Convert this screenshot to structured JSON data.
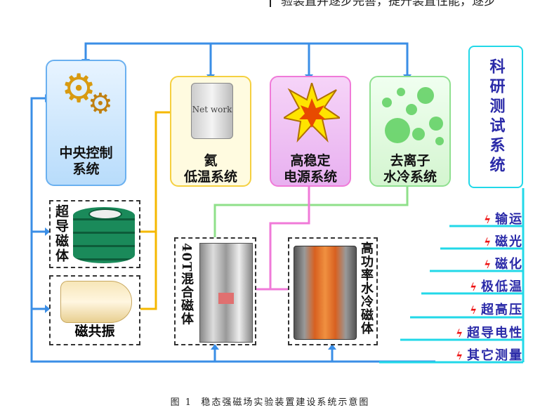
{
  "header_fragment": "验装置并逐步完善，提升装置性能，逐步",
  "nodes": {
    "central": {
      "line1": "中央控制",
      "line2": "系统"
    },
    "helium": {
      "line1": "氦",
      "line2": "低温系统"
    },
    "power": {
      "line1": "高稳定",
      "line2": "电源系统"
    },
    "water": {
      "line1": "去离子",
      "line2": "水冷系统"
    },
    "research": "科研测试系统",
    "sc_magnet": "超导磁体",
    "resonance": "磁共振",
    "hybrid": "40T混合磁体",
    "water_magnet": "高功率水冷磁体",
    "fridge_label": "Net work"
  },
  "measurements": [
    "输运",
    "磁光",
    "磁化",
    "极低温",
    "超高压",
    "超导电性",
    "其它测量"
  ],
  "caption": "图 1  稳态强磁场实验装置建设系统示意图",
  "colors": {
    "blue": "#3a8ee6",
    "yellow": "#f5b800",
    "pink": "#f07ad8",
    "green": "#8fe08a",
    "cyan": "#22d8e8",
    "text_blue": "#2a2aa8"
  }
}
